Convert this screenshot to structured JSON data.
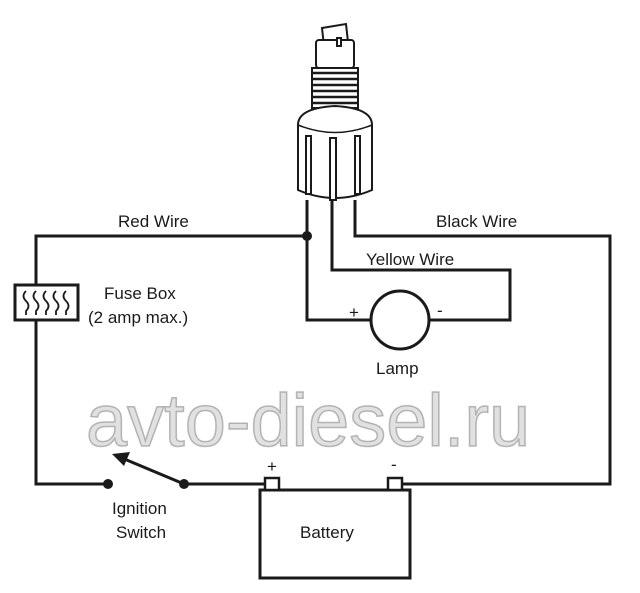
{
  "labels": {
    "red_wire": "Red Wire",
    "black_wire": "Black Wire",
    "yellow_wire": "Yellow Wire",
    "fuse_box": "Fuse Box",
    "fuse_rating": "(2 amp max.)",
    "lamp": "Lamp",
    "lamp_plus": "+",
    "lamp_minus": "-",
    "ignition": "Ignition",
    "switch": "Switch",
    "battery": "Battery",
    "battery_plus": "+",
    "battery_minus": "-"
  },
  "watermark": "avto-diesel.ru"
}
